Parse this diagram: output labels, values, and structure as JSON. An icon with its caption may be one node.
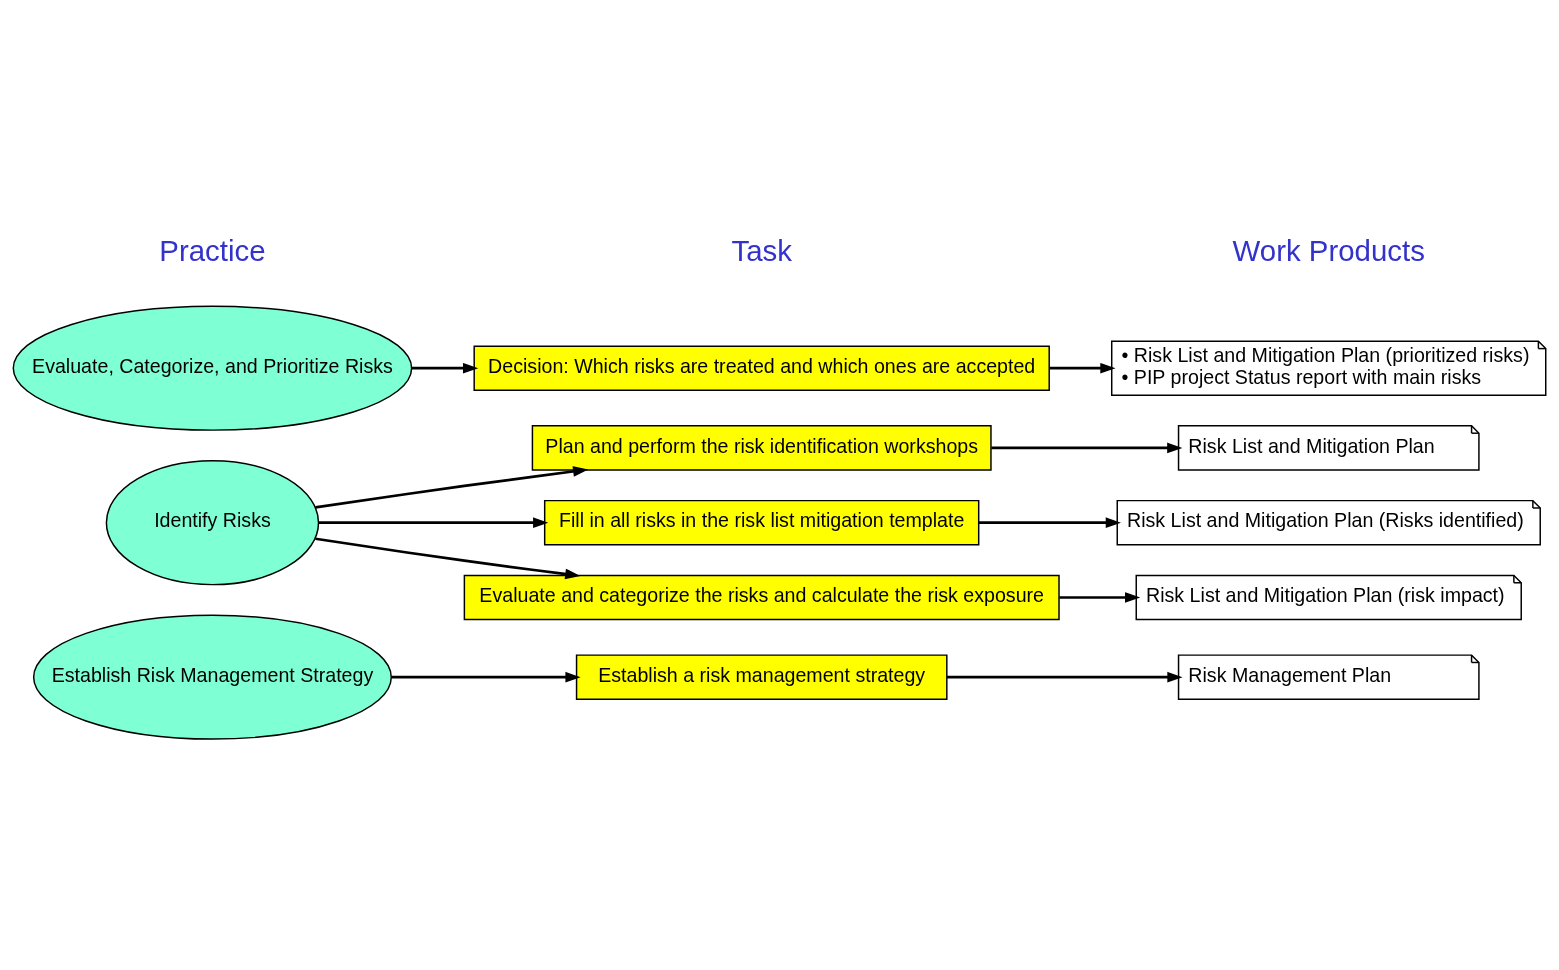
{
  "diagram": {
    "nodes": [
      {
        "text": [
          "Establish Risk Management Strategy"
        ]
      },
      {
        "text": [
          "Identify Risks"
        ]
      },
      {
        "text": [
          "Evaluate, Categorize, and Prioritize Risks"
        ]
      },
      {
        "text": [
          "Establish a risk management strategy"
        ]
      },
      {
        "text": [
          "Plan and perform the risk identification workshops"
        ]
      },
      {
        "text": [
          "Fill in all risks in the risk list mitigation template"
        ]
      },
      {
        "text": [
          "Evaluate and categorize the risks and calculate the risk exposure"
        ]
      },
      {
        "text": [
          "Decision: Which risks are treated and which ones are accepted"
        ]
      },
      {
        "text": [
          "Risk Management Plan"
        ]
      },
      {
        "text": [
          "Risk List and Mitigation Plan"
        ]
      },
      {
        "text": [
          "Risk List and Mitigation Plan (Risks identified)"
        ]
      },
      {
        "text": [
          "Risk List and Mitigation Plan (risk impact)"
        ]
      },
      {
        "text": [
          "• Risk List and Mitigation Plan (prioritized risks)",
          "• PIP project Status report with main risks"
        ]
      }
    ],
    "edges": [
      {
        "from": 0,
        "to": 3,
        "arrow": "to"
      },
      {
        "from": 1,
        "to": 4,
        "arrow": "to"
      },
      {
        "from": 1,
        "to": 5,
        "arrow": "to"
      },
      {
        "from": 1,
        "to": 6,
        "arrow": "to"
      },
      {
        "from": 2,
        "to": 7,
        "arrow": "to"
      },
      {
        "from": 3,
        "to": 8,
        "arrow": "to"
      },
      {
        "from": 4,
        "to": 9,
        "arrow": "to"
      },
      {
        "from": 5,
        "to": 10,
        "arrow": "to"
      },
      {
        "from": 6,
        "to": 11,
        "arrow": "to"
      },
      {
        "from": 7,
        "to": 12,
        "arrow": "to"
      }
    ],
    "labels": [
      "Practice",
      "Task",
      "Work Products"
    ]
  }
}
